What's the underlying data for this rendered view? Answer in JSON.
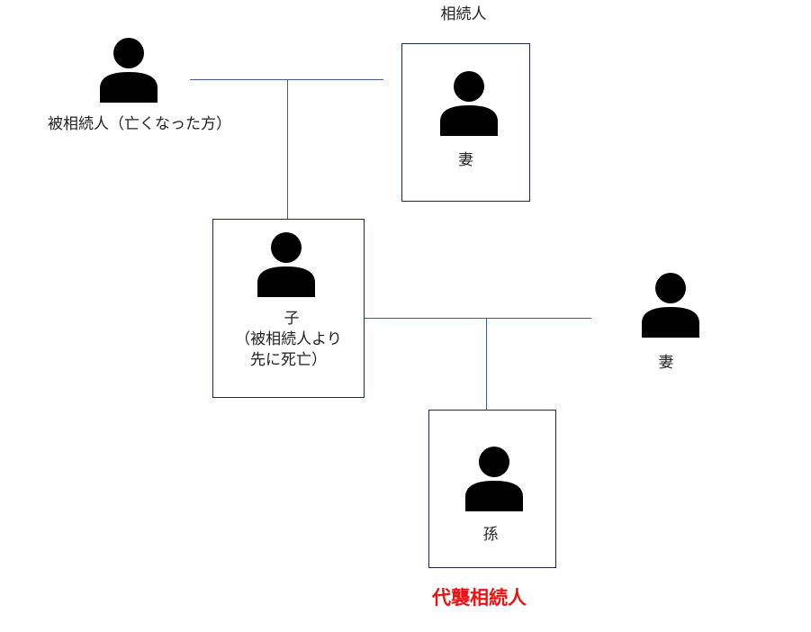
{
  "heirs_heading": "相続人",
  "decedent": {
    "label": "被相続人（亡くなった方）"
  },
  "decedent_spouse": {
    "label": "妻"
  },
  "child": {
    "line1": "子",
    "line2": "（被相続人より",
    "line3": "先に死亡）"
  },
  "child_spouse": {
    "label": "妻"
  },
  "grandchild": {
    "label": "孫"
  },
  "substitute_heir_label": "代襲相続人",
  "colors": {
    "line": "#3d5a99",
    "box_border": "#1f2a44",
    "highlight": "#ee1111",
    "icon": "#000000"
  }
}
